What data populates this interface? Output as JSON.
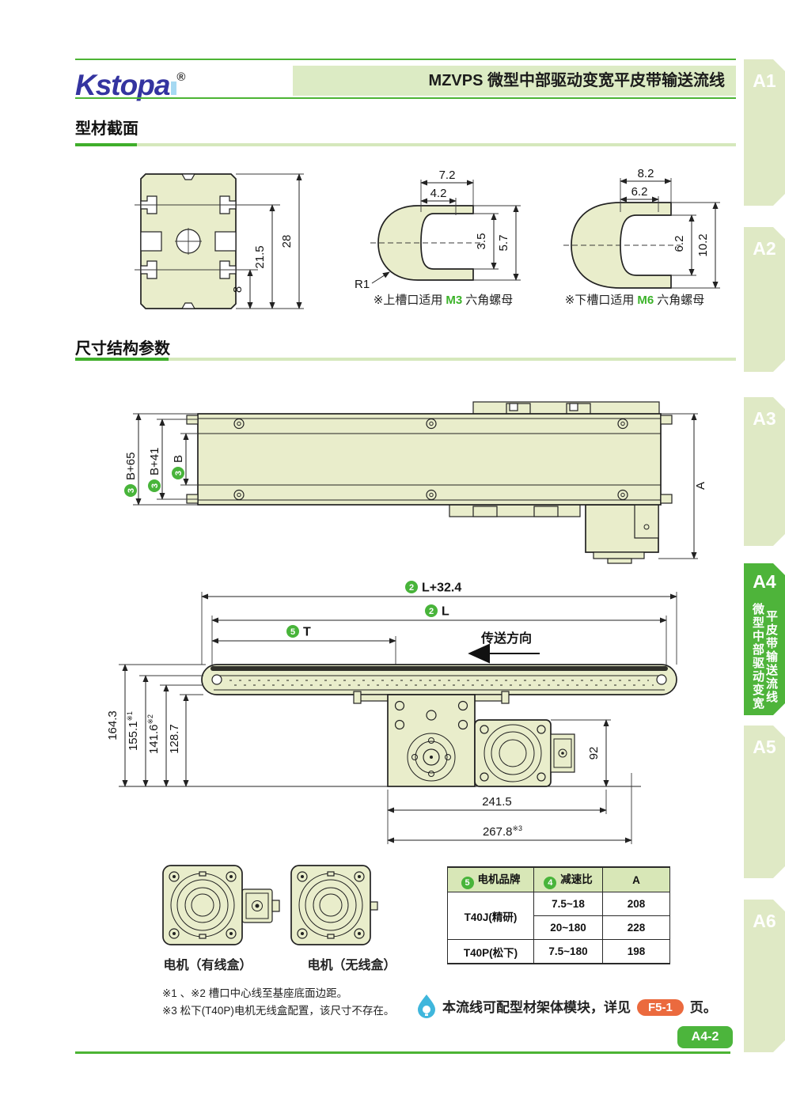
{
  "header": {
    "logo": "Kstopa",
    "reg": "®",
    "title": "MZVPS 微型中部驱动变宽平皮带输送流线"
  },
  "section1": {
    "title": "型材截面"
  },
  "section2": {
    "title": "尺寸结构参数"
  },
  "profile1": {
    "dim_8": "8",
    "dim_215": "21.5",
    "dim_28": "28"
  },
  "profile2": {
    "dim_w_outer": "7.2",
    "dim_w_inner": "4.2",
    "dim_h_inner": "3.5",
    "dim_h_outer": "5.7",
    "radius": "R1",
    "note_prefix": "※上槽口适用",
    "note_code": "M3",
    "note_suffix": "六角螺母"
  },
  "profile3": {
    "dim_w_outer": "8.2",
    "dim_w_inner": "6.2",
    "dim_h_inner": "6.2",
    "dim_h_outer": "10.2",
    "note_prefix": "※下槽口适用",
    "note_code": "M6",
    "note_suffix": "六角螺母"
  },
  "top_view": {
    "badge_3": "3",
    "dim_b65": "B+65",
    "dim_b41": "B+41",
    "dim_b": "B",
    "dim_a": "A"
  },
  "side_view": {
    "badge_2": "2",
    "badge_5": "5",
    "dim_l324": "L+32.4",
    "dim_l": "L",
    "dim_t": "T",
    "direction": "传送方向",
    "dim_1643": "164.3",
    "dim_1551": "155.1",
    "sup_1": "※1",
    "dim_1416": "141.6",
    "sup_2": "※2",
    "dim_1287": "128.7",
    "dim_92": "92",
    "dim_2415": "241.5",
    "dim_2678": "267.8",
    "sup_3": "※3"
  },
  "motors": {
    "with_box": "电机（有线盒）",
    "without_box": "电机（无线盒）"
  },
  "spec_table": {
    "col1_badge": "5",
    "col1": "电机品牌",
    "col2_badge": "4",
    "col2": "减速比",
    "col3": "A",
    "brand1": "T40J(精研)",
    "brand2": "T40P(松下)",
    "r1_ratio": "7.5~18",
    "r1_a": "208",
    "r2_ratio": "20~180",
    "r2_a": "228",
    "r3_ratio": "7.5~180",
    "r3_a": "198"
  },
  "footnotes": {
    "line1": "※1 、※2 槽口中心线至基座底面边距。",
    "line2": "※3 松下(T40P)电机无线盒配置，该尺寸不存在。"
  },
  "note": {
    "text": "本流线可配型材架体模块，详见",
    "badge": "F5-1",
    "suffix": "页。"
  },
  "page": {
    "badge": "A4-2"
  },
  "sidebar": {
    "tabs": [
      "A1",
      "A2",
      "A3",
      "A4",
      "A5",
      "A6"
    ],
    "active": "A4",
    "active_line1": "平皮带输送流线",
    "active_line2": "微型中部驱动变宽"
  },
  "colors": {
    "accent_green": "#4cb434",
    "light_green": "#dcebc4",
    "tab_green": "#dfe9c5",
    "active_green": "#4eb43a",
    "orange": "#eb6a3e",
    "blue": "#3fb6dc",
    "drawing_fill": "#e9edcb",
    "logo_blue": "#3434a0"
  }
}
